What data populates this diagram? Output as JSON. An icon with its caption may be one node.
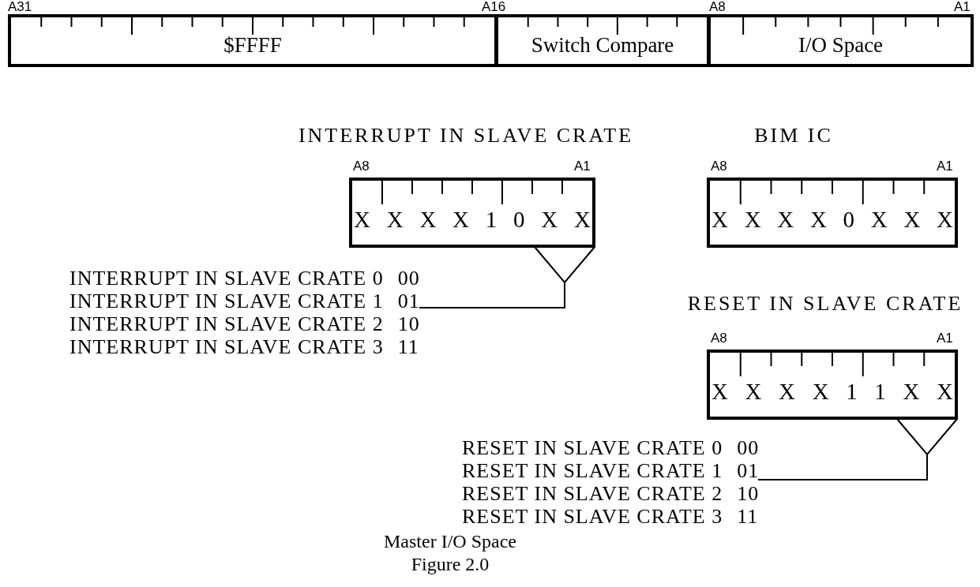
{
  "diagram": {
    "nodes": [
      {
        "text": [
          "$FFFF"
        ]
      },
      {
        "text": [
          "Switch Compare"
        ]
      },
      {
        "text": [
          "I/O Space"
        ]
      },
      {
        "text": [
          "X X X X 1 0 X X"
        ]
      },
      {
        "text": [
          "INTERRUPT IN SLAVE CRATE 0",
          "00",
          "INTERRUPT IN SLAVE CRATE 1",
          "01",
          "INTERRUPT IN SLAVE CRATE 2",
          "10",
          "INTERRUPT IN SLAVE CRATE 3",
          "11"
        ]
      },
      {
        "text": [
          "X X X X 0 X X X"
        ]
      },
      {
        "text": [
          "X X X X 1 1 X X"
        ]
      },
      {
        "text": [
          "RESET IN SLAVE CRATE 0",
          "00",
          "RESET IN SLAVE CRATE 1",
          "01",
          "RESET IN SLAVE CRATE 2",
          "10",
          "RESET IN SLAVE CRATE 3",
          "11"
        ]
      }
    ],
    "edges": [
      {
        "from": 3,
        "to": 4,
        "arrow": "none"
      },
      {
        "from": 6,
        "to": 7,
        "arrow": "none"
      }
    ],
    "labels": [
      "A31",
      "A16",
      "A8",
      "A1",
      "INTERRUPT IN SLAVE CRATE",
      "BIM IC",
      "A8",
      "A1",
      "A8",
      "A1",
      "RESET IN SLAVE CRATE",
      "A8",
      "A1"
    ],
    "caption": "Master I/O Space Figure 2.0"
  }
}
